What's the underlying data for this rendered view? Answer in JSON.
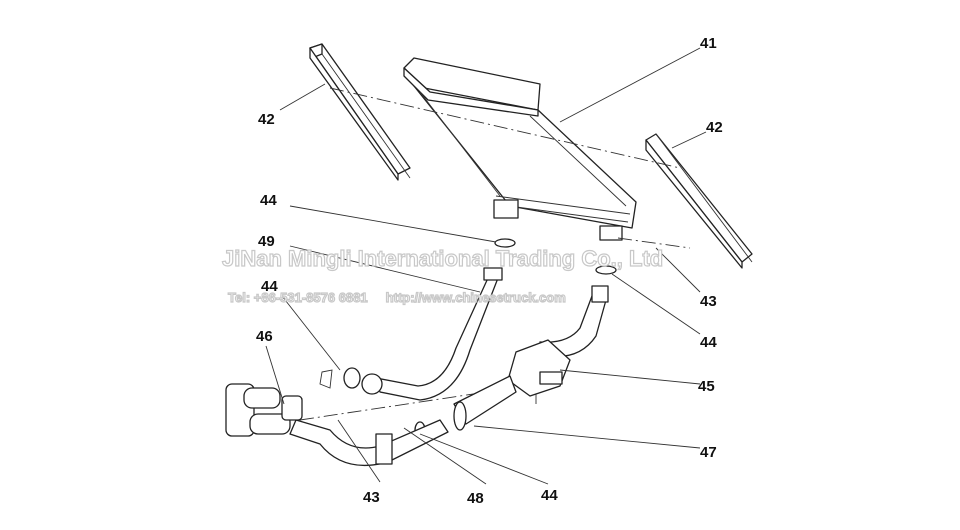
{
  "watermark": {
    "company": "JiNan Mingli International Trading Co., Ltd",
    "contact": "Tel: +86-531-8576 6881     http://www.chinesetruck.com"
  },
  "labels": {
    "l41": "41",
    "l42a": "42",
    "l42b": "42",
    "l44a": "44",
    "l49": "49",
    "l44b": "44",
    "l46": "46",
    "l43a": "43",
    "l44c": "44",
    "l45": "45",
    "l47": "47",
    "l43b": "43",
    "l48": "48",
    "l44d": "44"
  }
}
